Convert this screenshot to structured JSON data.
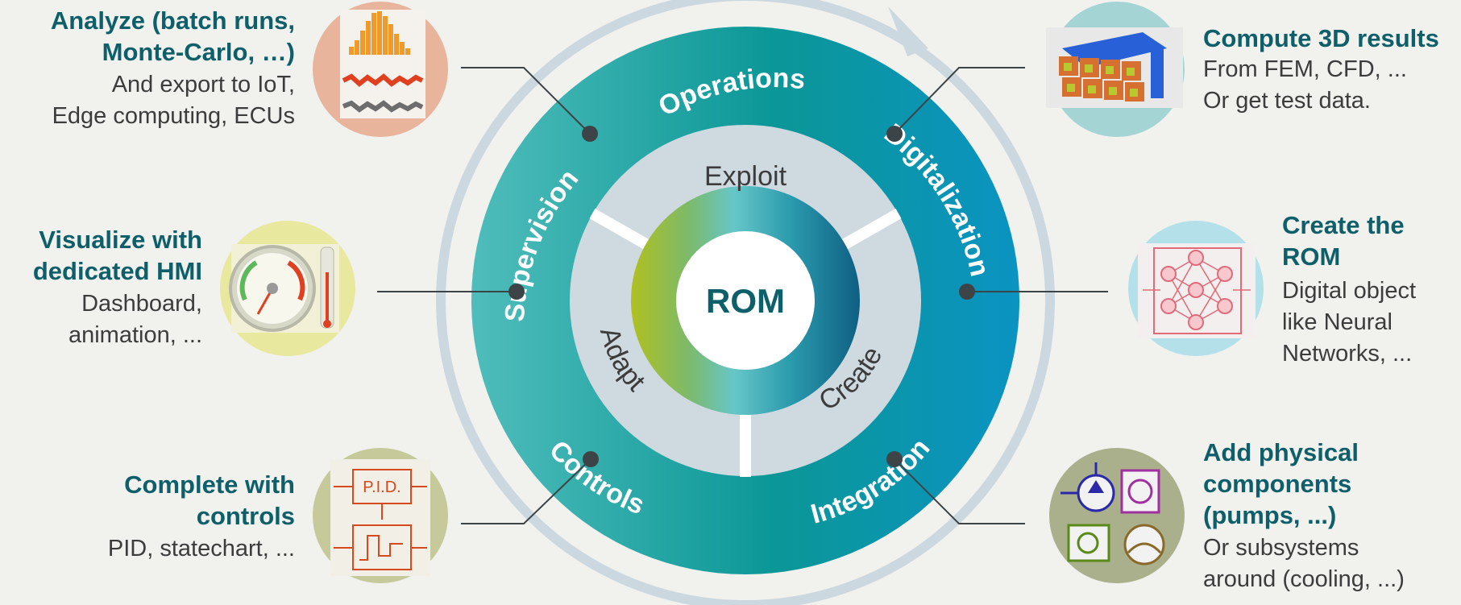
{
  "center": {
    "label": "ROM"
  },
  "inner_ring": {
    "top": "Exploit",
    "left": "Adapt",
    "right": "Create"
  },
  "outer_ring": {
    "operations": "Operations",
    "supervision": "Supervision",
    "digitalization": "Digitalization",
    "controls": "Controls",
    "integration": "Integration"
  },
  "colors": {
    "teal_dark": "#0d5f6a",
    "ring_start": "#4fbdbb",
    "ring_mid": "#0b9797",
    "ring_end": "#0b93c2",
    "inner_ring": "#cfd9e0",
    "arrow": "#ccd8e0",
    "connector": "#3d4447"
  },
  "icons": [
    "histogram-icon",
    "cad-model-icon",
    "gauge-icon",
    "neural-network-icon",
    "pid-controller-icon",
    "physical-components-icon"
  ],
  "blocks": {
    "analyze": {
      "title": [
        "Analyze (batch runs,",
        "Monte-Carlo, …)"
      ],
      "desc": [
        "And export to IoT,",
        "Edge computing, ECUs"
      ]
    },
    "visualize": {
      "title": [
        "Visualize with",
        "dedicated HMI"
      ],
      "desc": [
        "Dashboard,",
        "animation, ..."
      ]
    },
    "controls": {
      "title": [
        "Complete with",
        "controls"
      ],
      "desc": [
        "PID, statechart, ..."
      ]
    },
    "compute": {
      "title": [
        "Compute 3D results"
      ],
      "desc": [
        "From FEM, CFD, ...",
        "Or get test data."
      ]
    },
    "create": {
      "title": [
        "Create the",
        "ROM"
      ],
      "desc": [
        "Digital object",
        "like Neural",
        "Networks, ..."
      ]
    },
    "physical": {
      "title": [
        "Add physical",
        "components",
        "(pumps, ...)"
      ],
      "desc": [
        "Or subsystems",
        "around (cooling, ...)"
      ]
    }
  }
}
